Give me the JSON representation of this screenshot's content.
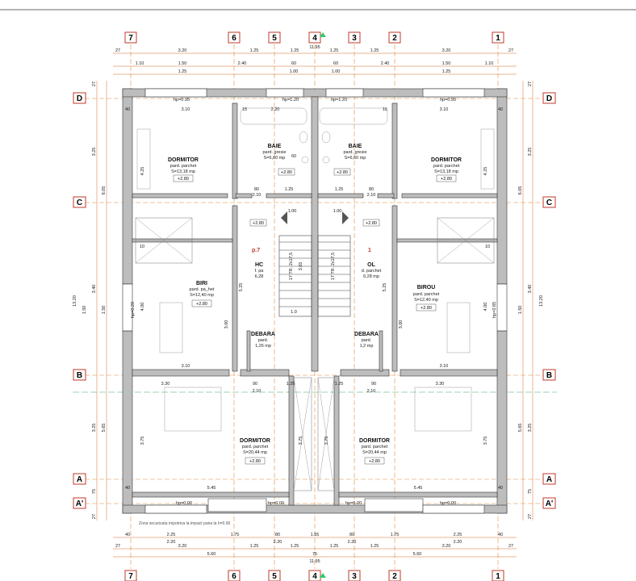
{
  "axes": {
    "columns": [
      "7",
      "6",
      "5",
      "4",
      "3",
      "2",
      "1"
    ],
    "rows": [
      "D",
      "C",
      "B",
      "A",
      "A'"
    ]
  },
  "dims_top": {
    "row1": [
      "27",
      "3.20",
      "1.25",
      "1.25",
      "1.25",
      "1.25",
      "3.20",
      "27"
    ],
    "total": "11.95",
    "row2": [
      "1.10",
      "1.50",
      "2.40",
      "60",
      "60",
      "2.40",
      "1.50",
      "1.10"
    ],
    "row3": [
      "1.25",
      "1.00",
      "1.00",
      "1.25"
    ]
  },
  "dims_bottom": {
    "row1": [
      "40",
      "2.25",
      "1.75",
      "80",
      "1.55",
      "80",
      "1.75",
      "2.25",
      "40"
    ],
    "row2": [
      "2.20",
      "2.20",
      "2.20",
      "2.20"
    ],
    "row3": [
      "27",
      "3.20",
      "1.25",
      "1.25",
      "1.25",
      "1.25",
      "3.20",
      "27"
    ],
    "row4": [
      "5.60",
      "75",
      "5.60"
    ],
    "total": "11.95"
  },
  "dims_left": [
    "27",
    "3.25",
    "1.50",
    "3.40",
    "3.25",
    "75",
    "27"
  ],
  "dims_left_inner": [
    "6.05",
    "1.50",
    "5.65"
  ],
  "dims_left_total": "13.20",
  "dims_right": [
    "27",
    "3.25",
    "3.40",
    "3.25",
    "75",
    "27"
  ],
  "dims_right_inner": [
    "6.05",
    "1.50",
    "5.65"
  ],
  "dims_right_total": "13.20",
  "inner_dims": {
    "hp_top_left": "hp=0.95",
    "hp_top_mid_left": "hp=1.20",
    "hp_top_mid_right": "hp=1.20",
    "hp_top_right": "hp=0.95",
    "w310": "3.10",
    "w220": "2.20",
    "w40": "40",
    "w15": "15",
    "w210": "2.10",
    "w100": "1.00",
    "w125": "1.25",
    "w80": "80",
    "w90": "90",
    "w330": "3.30",
    "w545": "5.45",
    "w375": "3.75",
    "w425": "4.25",
    "w400": "4.00",
    "w300": "3.00",
    "w525": "5.25",
    "w365": "3.65",
    "hp000": "hp=0.00",
    "hp020": "hp=0.20",
    "hp085": "hp=0.85",
    "w10": "10",
    "w60": "60"
  },
  "rooms": {
    "dormitor_tl": {
      "name": "DORMITOR",
      "floor": "pard. parchet",
      "area": "S=13,18 mp",
      "level": "+2.80"
    },
    "baie_l": {
      "name": "BAIE",
      "floor": "pard. gresie",
      "area": "S=6,60 mp",
      "level": "+2.80"
    },
    "baie_r": {
      "name": "BAIE",
      "floor": "pard. gresie",
      "area": "S=6,60 mp",
      "level": "+2.80"
    },
    "dormitor_tr": {
      "name": "DORMITOR",
      "floor": "pard. parchet",
      "area": "S=13,18 mp",
      "level": "+2.80"
    },
    "birou_l": {
      "name": "BIRI",
      "floor": "pard. pa_het",
      "area": "S=12,40 mp",
      "level": "+2.80"
    },
    "birou_r": {
      "name": "BIROU",
      "floor": "pard. parchet",
      "area": "S=12,40 mp",
      "level": "+2.80"
    },
    "hol_l": {
      "name": "HC",
      "floor": "f. pa",
      "area": "6,28",
      "level": "+2.80"
    },
    "hol_r": {
      "name": "OL",
      "floor": "d. parchet",
      "area": "6,28 mp",
      "level": "+2.80"
    },
    "debara_l": {
      "name": "DEBARA",
      "floor": "pard.",
      "area": "1,26 mp"
    },
    "debara_r": {
      "name": "DEBARA",
      "floor": "pard.",
      "area": "1,2 mp"
    },
    "dormitor_bl": {
      "name": "DORMITOR",
      "floor": "pard. parchet",
      "area": "S=20,44 mp",
      "level": "+2.80"
    },
    "dormitor_br": {
      "name": "DORMITOR",
      "floor": "pard. parchet",
      "area": "S=20,44 mp",
      "level": "+2.80"
    }
  },
  "stairs": {
    "left_label": "p.7",
    "right_label": "1",
    "tr_left": "17 TR. 2x17,5",
    "tr_right": "17 TR. 2x17,5",
    "l10": "1.0"
  },
  "footnote": "Zona securizata impotriva la impact pana la h=0.90"
}
